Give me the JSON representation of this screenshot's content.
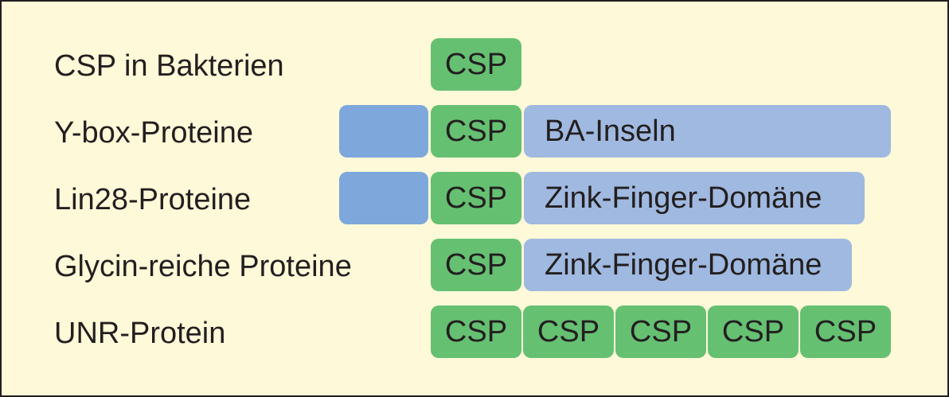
{
  "colors": {
    "background": "#fef9d8",
    "csp_domain": "#66c072",
    "n_terminal": "#7ea8db",
    "extension": "#a0b9e0",
    "text": "#231f20",
    "border": "#231f20"
  },
  "rows": [
    {
      "label": "CSP in Bakterien",
      "blocks": [
        {
          "type": "csp",
          "text": "CSP"
        }
      ]
    },
    {
      "label": "Y-box-Proteine",
      "blocks": [
        {
          "type": "n-terminal",
          "text": ""
        },
        {
          "type": "csp",
          "text": "CSP"
        },
        {
          "type": "extension",
          "text": "BA-Inseln"
        }
      ]
    },
    {
      "label": "Lin28-Proteine",
      "blocks": [
        {
          "type": "n-terminal",
          "text": ""
        },
        {
          "type": "csp",
          "text": "CSP"
        },
        {
          "type": "extension",
          "text": "Zink-Finger-Domäne"
        }
      ]
    },
    {
      "label": "Glycin-reiche Proteine",
      "blocks": [
        {
          "type": "csp",
          "text": "CSP"
        },
        {
          "type": "extension",
          "text": "Zink-Finger-Domäne"
        }
      ]
    },
    {
      "label": "UNR-Protein",
      "blocks": [
        {
          "type": "csp",
          "text": "CSP"
        },
        {
          "type": "csp",
          "text": "CSP"
        },
        {
          "type": "csp",
          "text": "CSP"
        },
        {
          "type": "csp",
          "text": "CSP"
        },
        {
          "type": "csp",
          "text": "CSP"
        }
      ]
    }
  ]
}
